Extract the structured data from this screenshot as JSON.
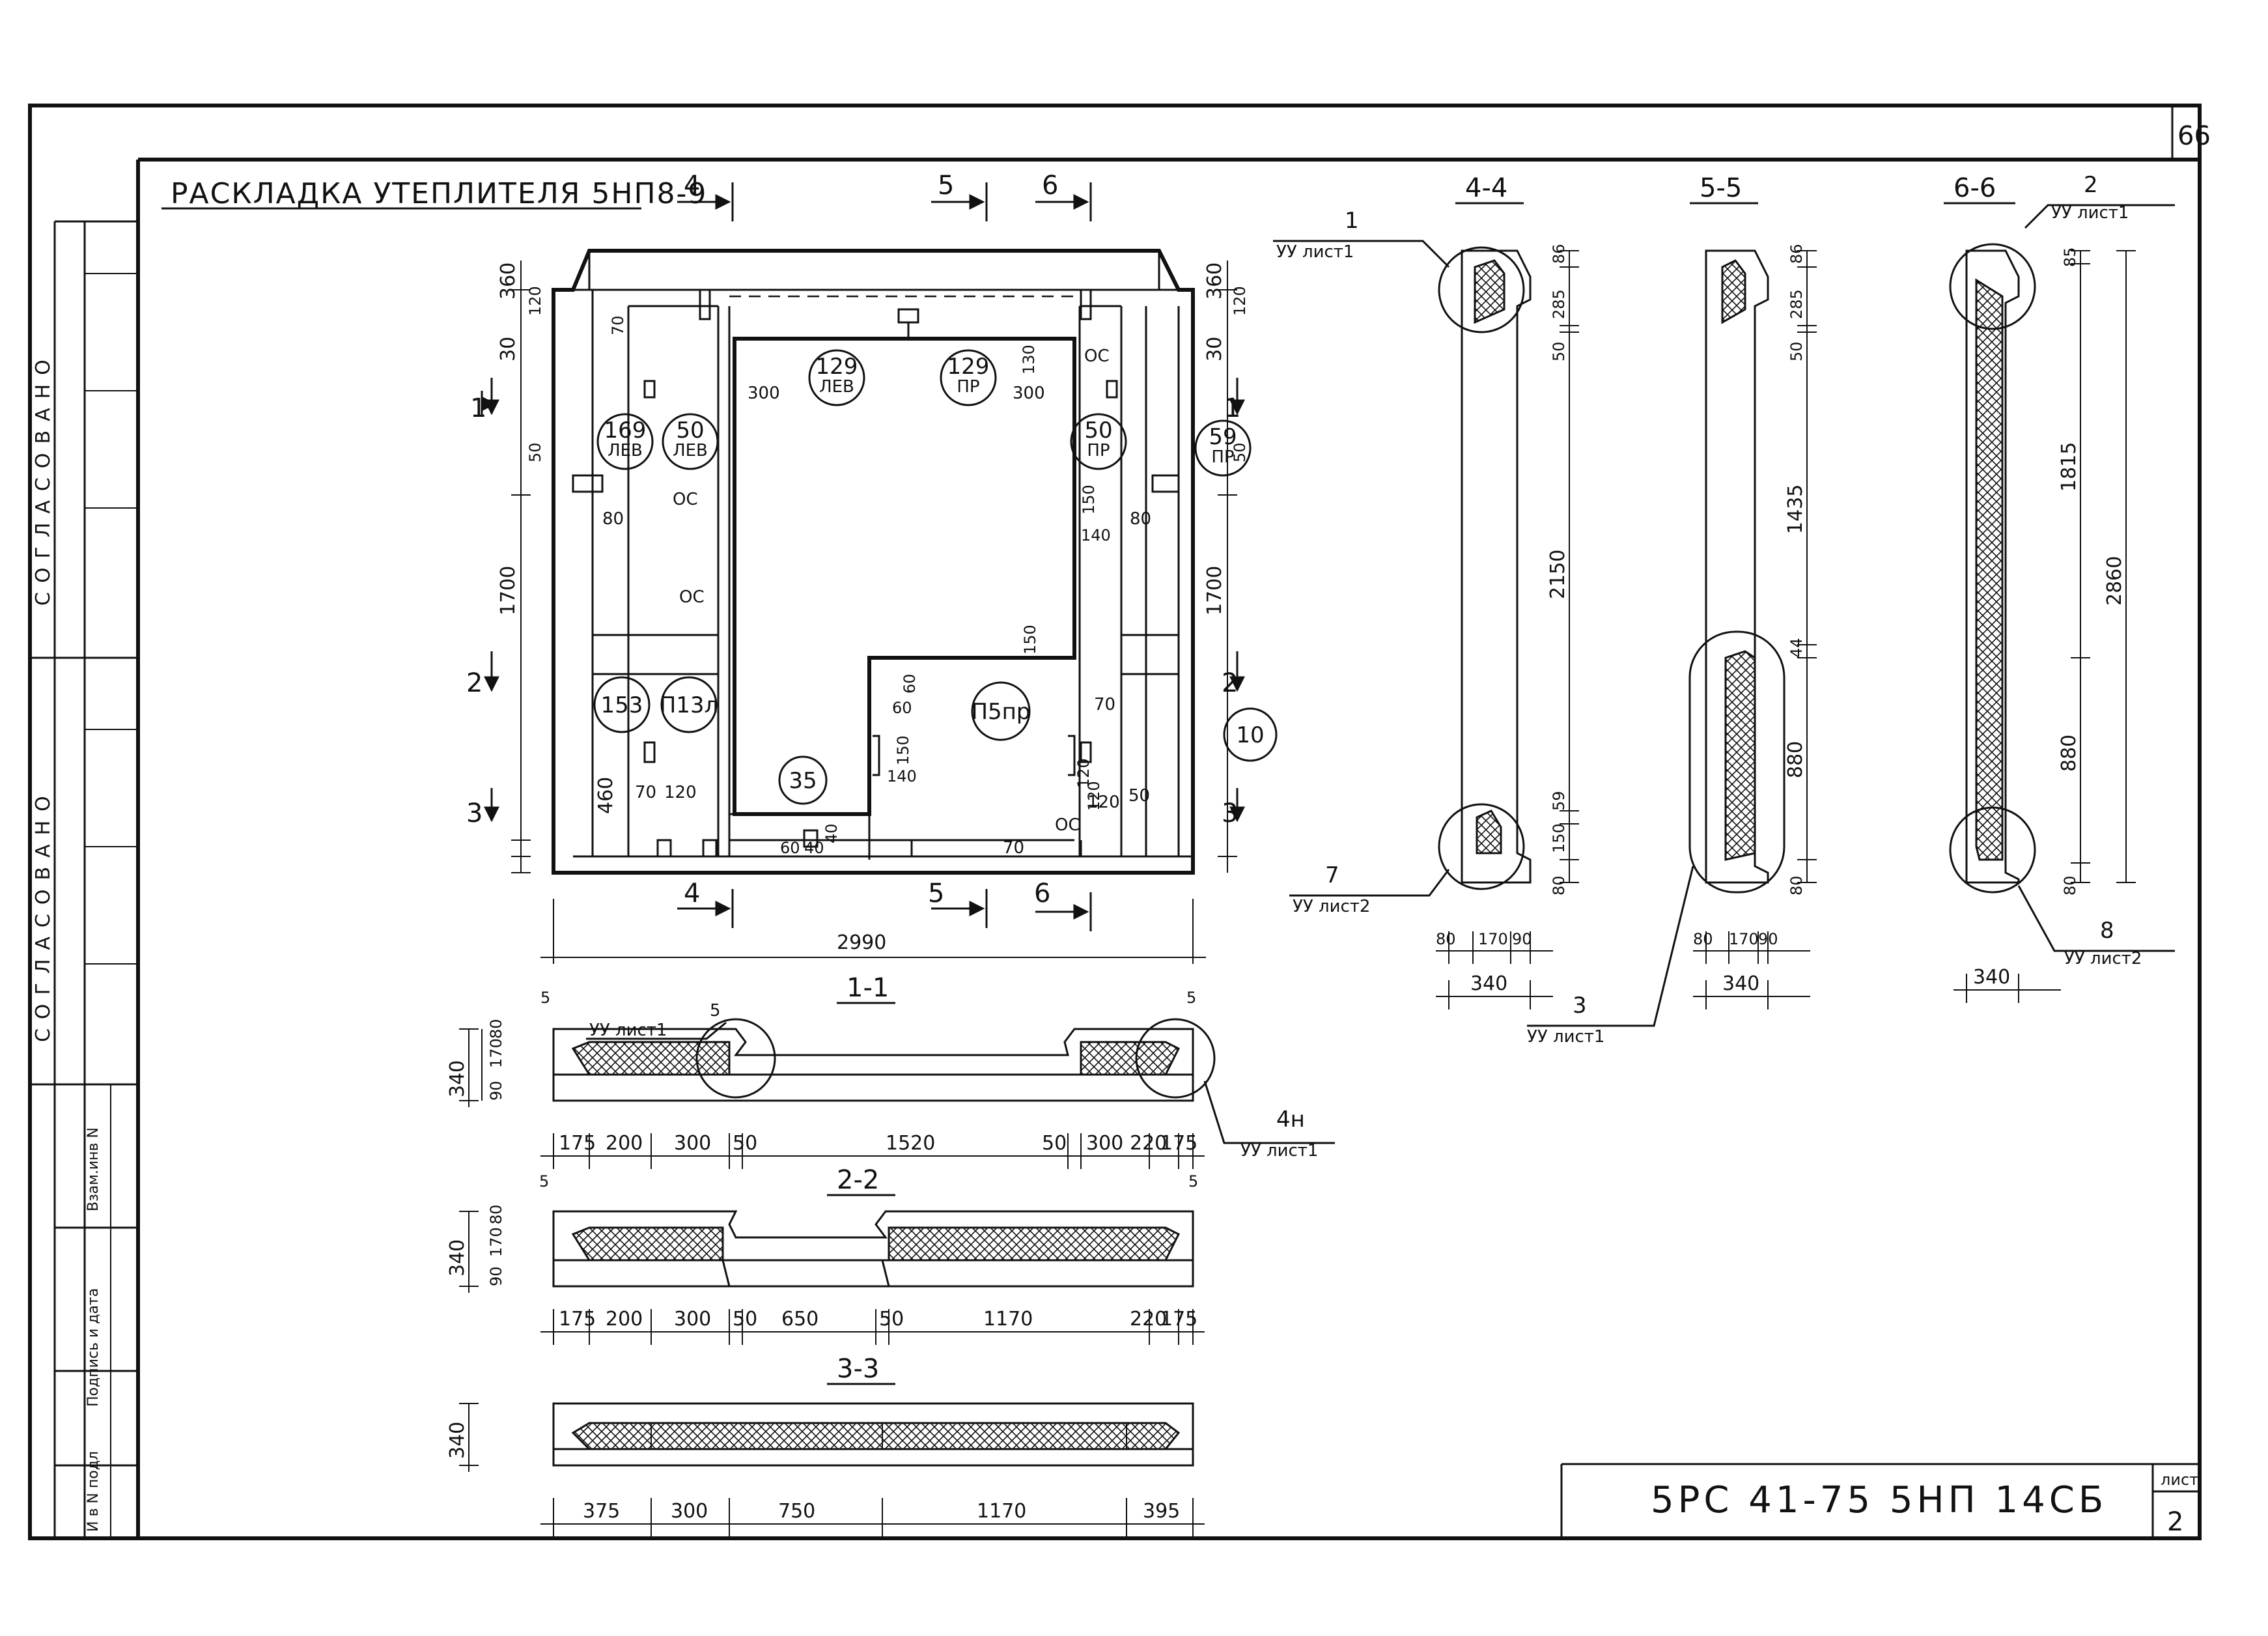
{
  "sheet": {
    "corner_number": "66",
    "title": "РАСКЛАДКА УТЕПЛИТЕЛЯ 5НП8-9",
    "stamp": "5РС 41-75 5НП 14СБ",
    "list_label": "лист",
    "list_number": "2"
  },
  "side_block": {
    "agreed_1": "СОГЛАСОВАНО",
    "agreed_2": "СОГЛАСОВАНО",
    "replace_inv": "Взам.инв N",
    "sign_date": "Подпись и дата",
    "inv_orig": "И в N подл"
  },
  "plan": {
    "section_marks": [
      "1",
      "2",
      "3",
      "4",
      "5",
      "6"
    ],
    "top_dims": [
      "360",
      "120",
      "30",
      "70",
      "360",
      "120",
      "30"
    ],
    "side_dims": [
      "50",
      "1700",
      "460",
      "80",
      "1700",
      "80",
      "50"
    ],
    "inner_dims": [
      "300",
      "300",
      "130",
      "150",
      "140",
      "150",
      "60",
      "60",
      "150",
      "140",
      "70",
      "120",
      "120",
      "120",
      "70",
      "60",
      "40",
      "40",
      "70",
      "120",
      "50"
    ],
    "oc_labels": [
      "ОС",
      "ОС",
      "ОС",
      "ОС"
    ],
    "bottom_dim": "2990",
    "panels": [
      {
        "num": "169",
        "side": "ЛЕВ"
      },
      {
        "num": "50",
        "side": "ЛЕВ"
      },
      {
        "num": "129",
        "side": "ЛЕВ"
      },
      {
        "num": "129",
        "side": "ПР"
      },
      {
        "num": "50",
        "side": "ПР"
      },
      {
        "num": "59",
        "side": "ПР"
      },
      {
        "num": "153",
        "side": ""
      },
      {
        "num": "П13л",
        "side": ""
      },
      {
        "num": "35",
        "side": ""
      },
      {
        "num": "П5пр",
        "side": ""
      },
      {
        "num": "10",
        "side": ""
      }
    ]
  },
  "sections": {
    "s11": {
      "title": "1-1",
      "callout_left": {
        "num": "5",
        "sheet": "УУ лист1"
      },
      "callout_right": {
        "num": "4н",
        "sheet": "УУ лист1"
      },
      "edge": [
        "5",
        "5"
      ],
      "vdims": [
        "340",
        "90",
        "170",
        "80"
      ],
      "dims": [
        "175",
        "200",
        "300",
        "50",
        "1520",
        "50",
        "300",
        "220",
        "175"
      ]
    },
    "s22": {
      "title": "2-2",
      "edge": [
        "5",
        "5"
      ],
      "vdims": [
        "340",
        "90",
        "170",
        "80"
      ],
      "dims": [
        "175",
        "200",
        "300",
        "50",
        "650",
        "50",
        "1170",
        "220",
        "175"
      ]
    },
    "s33": {
      "title": "3-3",
      "vdims": [
        "340"
      ],
      "dims": [
        "375",
        "300",
        "750",
        "1170",
        "395"
      ]
    },
    "s44": {
      "title": "4-4",
      "callout_top": {
        "num": "1",
        "sheet": "УУ лист1"
      },
      "callout_bottom": {
        "num": "7",
        "sheet": "УУ лист2"
      },
      "vdims": [
        "86",
        "285",
        "50",
        "2150",
        "59",
        "150",
        "80"
      ],
      "hdims": [
        "80",
        "170",
        "90",
        "340"
      ]
    },
    "s55": {
      "title": "5-5",
      "callout_bottom": {
        "num": "3",
        "sheet": "УУ лист1"
      },
      "vdims": [
        "86",
        "285",
        "50",
        "1435",
        "44",
        "880",
        "80"
      ],
      "hdims": [
        "80",
        "170",
        "90",
        "340"
      ]
    },
    "s66": {
      "title": "6-6",
      "callout_top": {
        "num": "2",
        "sheet": "УУ лист1"
      },
      "callout_bottom": {
        "num": "8",
        "sheet": "УУ лист2"
      },
      "vdims": [
        "85",
        "1815",
        "2860",
        "880",
        "80"
      ],
      "hdims": [
        "340"
      ]
    }
  }
}
